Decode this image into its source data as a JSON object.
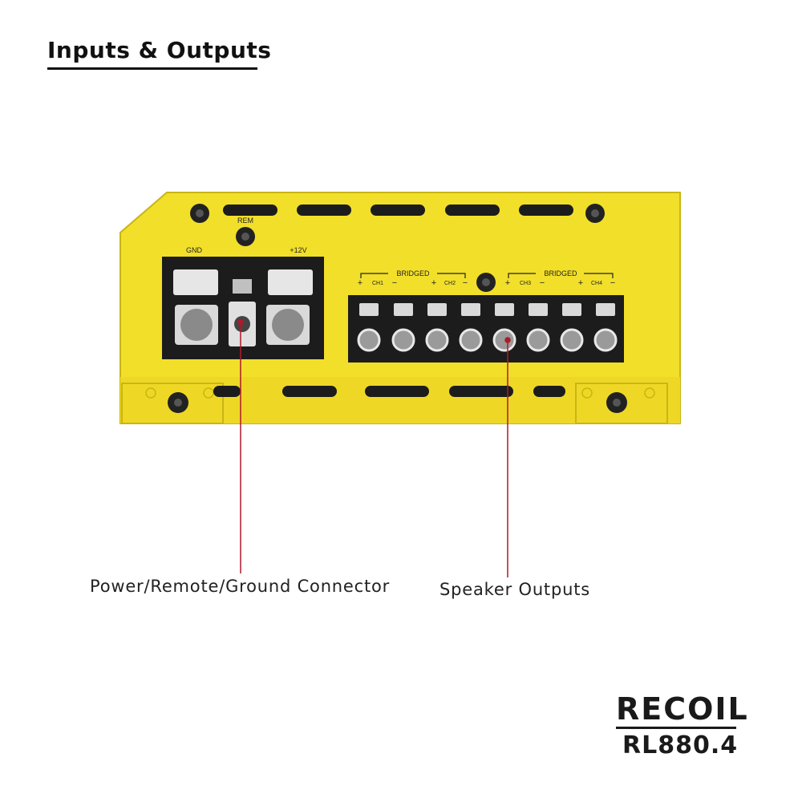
{
  "heading": "Inputs & Outputs",
  "panel": {
    "gnd_label": "GND",
    "rem_label": "REM",
    "v12_label": "+12V",
    "bridged_label_1": "BRIDGED",
    "bridged_label_2": "BRIDGED",
    "ch1": "CH1",
    "ch2": "CH2",
    "ch3": "CH3",
    "ch4": "CH4",
    "plus": "+",
    "minus": "−"
  },
  "callouts": {
    "power": "Power/Remote/Ground Connector",
    "speaker": "Speaker Outputs"
  },
  "brand": {
    "name": "RECOIL",
    "model": "RL880.4"
  },
  "colors": {
    "chassis": "#f2df2a",
    "chassis_dark": "#c9b514",
    "terminal": "#1c1c1c",
    "pointer": "#b0192b"
  }
}
